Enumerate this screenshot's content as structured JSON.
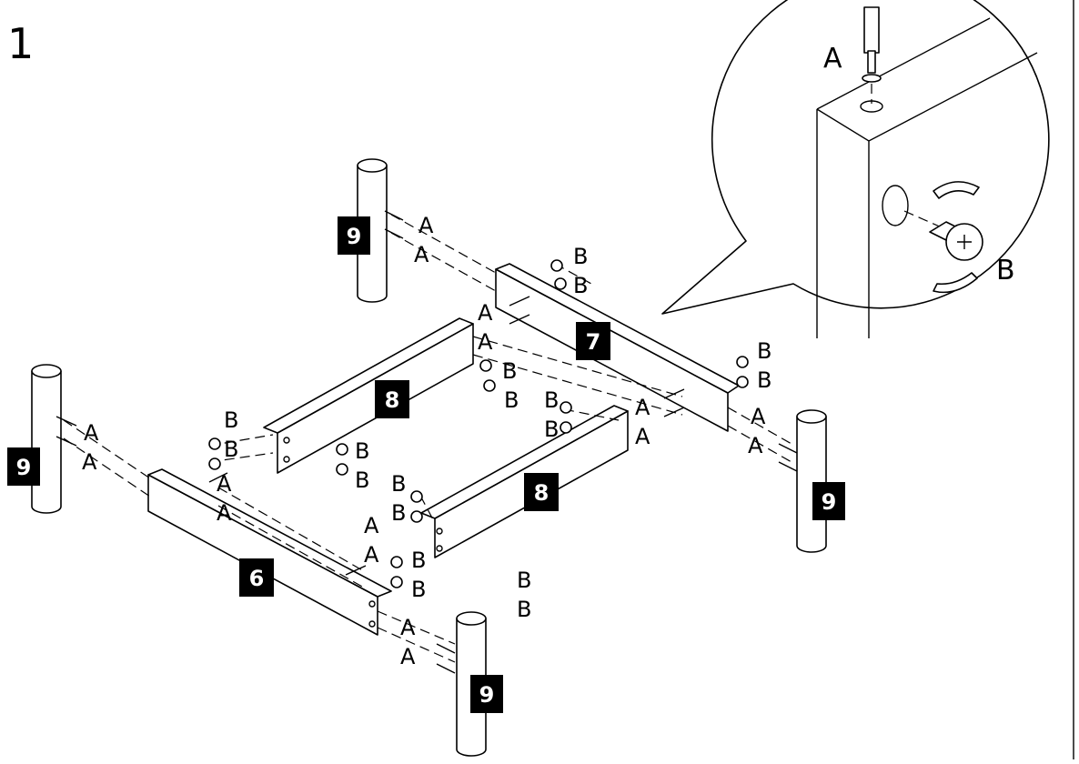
{
  "step_number": "1",
  "part_labels": [
    "9",
    "9",
    "9",
    "9",
    "6",
    "7",
    "8",
    "8"
  ],
  "hardware_labels": {
    "bolt": "A",
    "cam_lock": "B"
  },
  "detail": {
    "bolt_label": "A",
    "cam_label": "B"
  }
}
